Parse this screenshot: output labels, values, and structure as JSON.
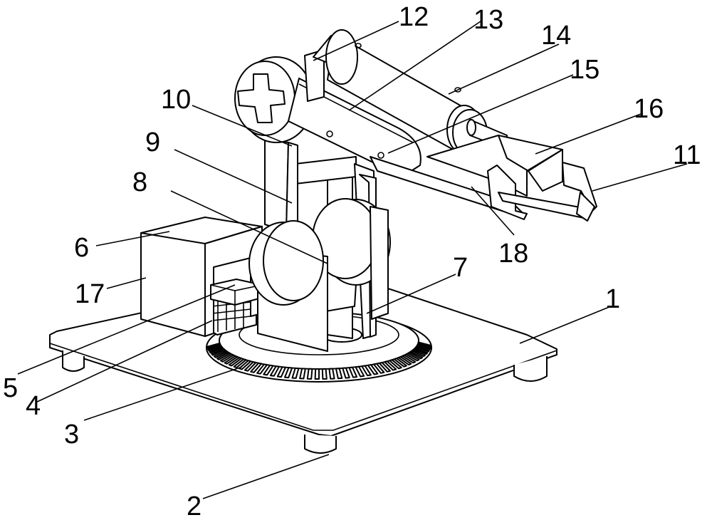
{
  "figure": {
    "labels": {
      "l1": "1",
      "l2": "2",
      "l3": "3",
      "l4": "4",
      "l5": "5",
      "l6": "6",
      "l7": "7",
      "l8": "8",
      "l9": "9",
      "l10": "10",
      "l11": "11",
      "l12": "12",
      "l13": "13",
      "l14": "14",
      "l15": "15",
      "l16": "16",
      "l17": "17",
      "l18": "18"
    }
  }
}
